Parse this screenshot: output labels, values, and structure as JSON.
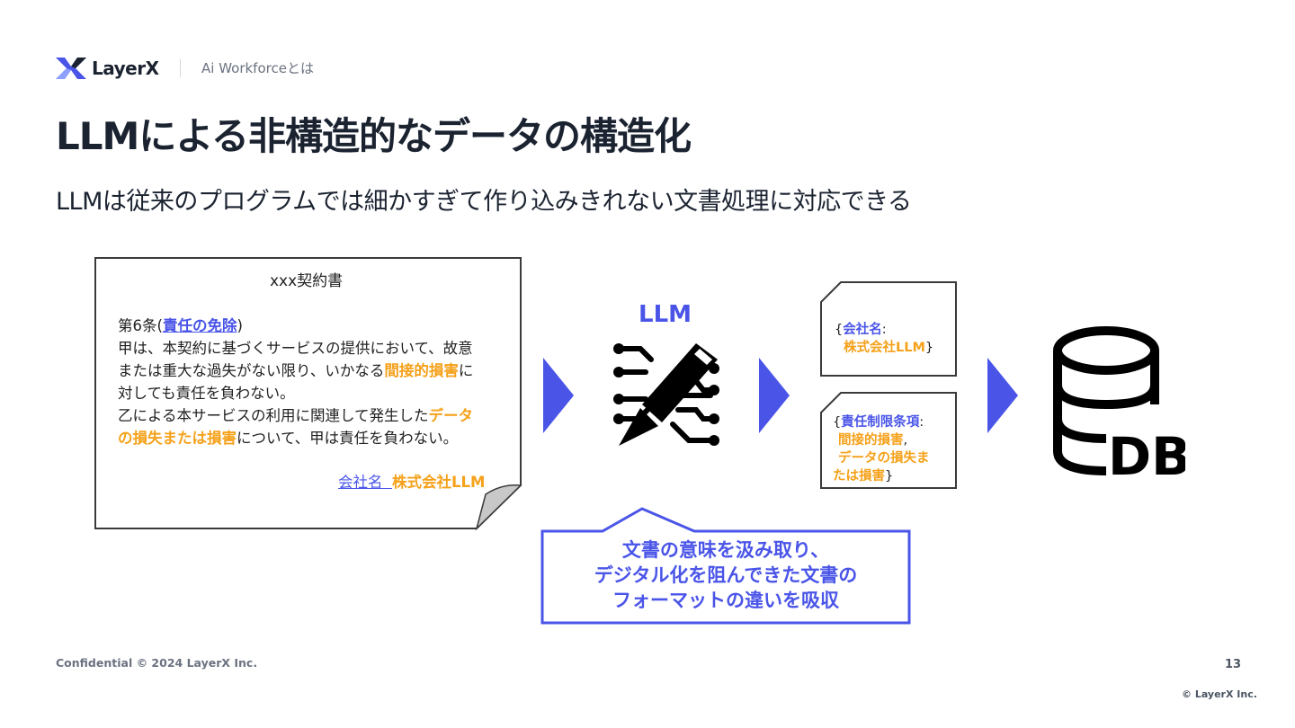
{
  "header": {
    "logo_text": "LayerX",
    "section": "Ai Workforceとは"
  },
  "title": "LLMによる非構造的なデータの構造化",
  "subtitle": "LLMは従来のプログラムでは細かすぎて作り込みきれない文書処理に対応できる",
  "document": {
    "title": "xxx契約書",
    "article_prefix": "第6条(",
    "article_title": "責任の免除",
    "article_suffix": ")",
    "line1": "甲は、本契約に基づくサービスの提供において、故意",
    "line2_a": "または重大な過失がない限り、いかなる",
    "line2_b": "間接的損害",
    "line2_c": "に",
    "line3": "対しても責任を負わない。",
    "line4_a": "乙による本サービスの利用に関連して発生した",
    "line4_b": "データ",
    "line5_a": "の損失または損害",
    "line5_b": "について、甲は責任を負わない。",
    "sign_label": "会社名",
    "sign_value": "株式会社LLM"
  },
  "llm": {
    "label": "LLM"
  },
  "card1": {
    "open": "{",
    "key": "会社名",
    "colon": ":",
    "value": "株式会社LLM",
    "close": "}"
  },
  "card2": {
    "open": "{",
    "key": "責任制限条項",
    "colon": ":",
    "value1": "間接的損害",
    "comma": ",",
    "value2a": "データの損失ま",
    "value2b": "たは損害",
    "close": "}"
  },
  "callout": {
    "line1": "文書の意味を汲み取り、",
    "line2": "デジタル化を阻んできた文書の",
    "line3": "フォーマットの違いを吸収"
  },
  "footer": {
    "confidential": "Confidential © 2024 LayerX Inc.",
    "page_number": "13",
    "copyright": "© LayerX Inc."
  },
  "colors": {
    "accent_blue": "#4a55e8",
    "highlight_orange": "#f5a11a",
    "text_dark": "#1b2331"
  }
}
